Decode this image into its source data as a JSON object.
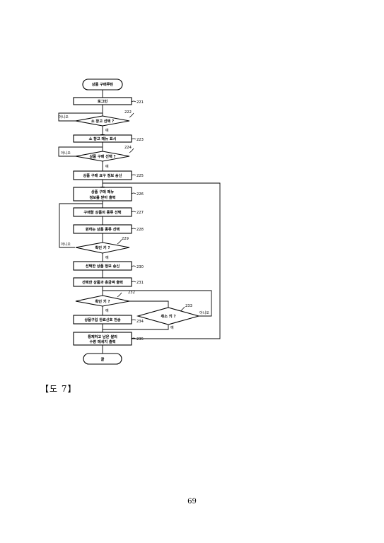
{
  "flowchart": {
    "nodes": {
      "start": "상품 구매루틴",
      "n221": "로그인",
      "n222": "쇼 창고 선택 ?",
      "n223": "쇼 창고 메뉴 표시",
      "n224": "상품 구매 선택 ?",
      "n225": "상품 구매 요구 정보 송신",
      "n226_1": "상품 구매 메뉴",
      "n226_2": "정보를 받아 출력",
      "n227": "구매할 상품의 종류 선택",
      "n228": "원하는 상품 종류 선택",
      "n229": "확인 키 ?",
      "n230": "선택한 상품 정보 송신",
      "n231": "선택한 상품과 총금액 출력",
      "n232": "확인 키 ?",
      "n233": "취소 키 ?",
      "n234": "상품구입 완료신호 전송",
      "n235_1": "통제하고 남은 쌀의",
      "n235_2": "수량 메세지 출력",
      "end": "끝"
    },
    "refs": {
      "r221": "221",
      "r222": "222",
      "r223": "223",
      "r224": "224",
      "r225": "225",
      "r226": "226",
      "r227": "227",
      "r228": "228",
      "r229": "229",
      "r230": "230",
      "r231": "231",
      "r232": "232",
      "r233": "233",
      "r234": "234",
      "r235": "235"
    },
    "labels": {
      "yes": "예",
      "no": "아니오"
    }
  },
  "caption": "【도 7】",
  "page_number": "69"
}
